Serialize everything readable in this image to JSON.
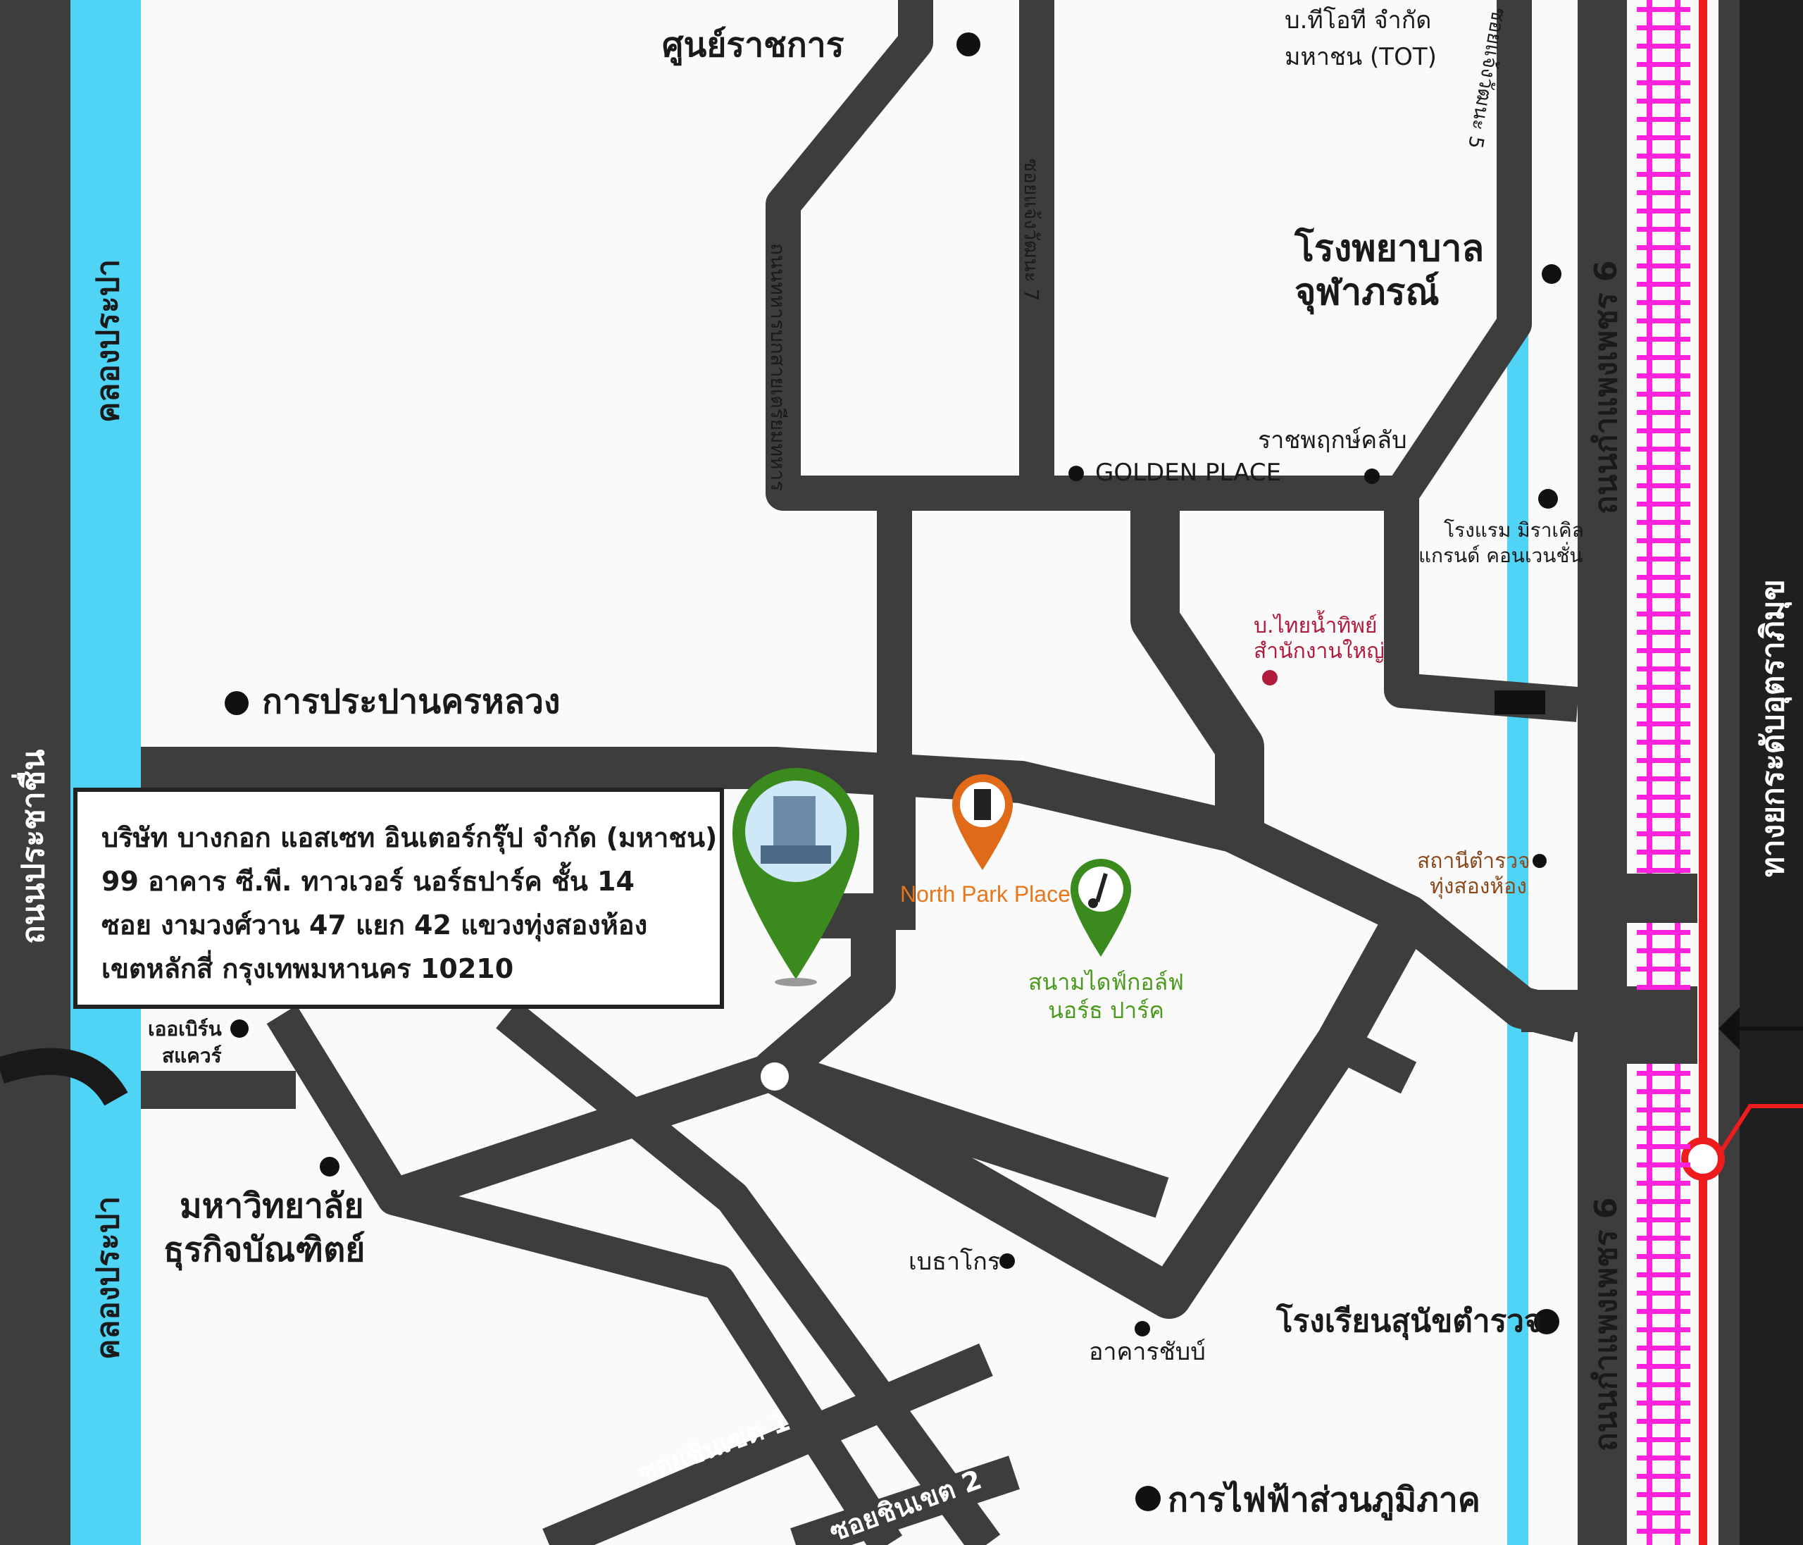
{
  "labels": {
    "government_center": "ศูนย์ราชการ",
    "tot_line1": "บ.ทีโอที จำกัด",
    "tot_line2": "มหาชน (TOT)",
    "soi_chaeng5": "ซอยแจ้งวัฒนะ 5",
    "soi_chaeng7": "ซอยแจ้งวัฒนะ 7",
    "nonthaburi_road": "ถนนทหารบกสายเตรียมทหาร",
    "hospital_line1": "โรงพยาบาล",
    "hospital_line2": "จุฬาภรณ์",
    "kamphaeng_top": "ถนนกำแพงเพชร 6",
    "kamphaeng_bottom": "ถนนกำแพงเพชร 6",
    "ratchaphruek": "ราชพฤกษ์คลับ",
    "golden_place": "GOLDEN PLACE",
    "miracle_line1": "โรงแรม มิราเคิล",
    "miracle_line2": "แกรนด์ คอนเวนชั่น",
    "thai_nam_line1": "บ.ไทยน้ำทิพย์",
    "thai_nam_line2": "สำนักงานใหญ่",
    "mwa": "การประปานครหลวง",
    "canal_top": "คลองประปา",
    "canal_bottom": "คลองประปา",
    "prachachuen": "ถนนประชาชื่น",
    "tollway": "ทางยกระดับอุตราภิมุข",
    "north_park": "North Park Place",
    "police_line1": "สถานีตำรวจ",
    "police_line2": "ทุ่งสองห้อง",
    "golf_line1": "สนามไดฟ์กอล์ฟ",
    "golf_line2": "นอร์ธ ปาร์ค",
    "ibis_line1": "เออเบิร์น",
    "ibis_line2": "สแควร์",
    "dpu_line1": "มหาวิทยาลัย",
    "dpu_line2": "ธุรกิจบัณฑิตย์",
    "betagro": "เบธาโกร",
    "chup_building": "อาคารชับบ์",
    "police_dog_school": "โรงเรียนสุนัขตำรวจ",
    "soi_chinnakhet1": "ซอยชินเขต 1",
    "soi_chinnakhet2": "ซอยชินเขต 2",
    "pea": "การไฟฟ้าส่วนภูมิภาค"
  },
  "address": {
    "line1": "บริษัท บางกอก แอสเซท อินเตอร์กรุ๊ป จำกัด (มหาชน)",
    "line2": "99 อาคาร ซี.พี. ทาวเวอร์ นอร์ธปาร์ค ชั้น 14",
    "line3": "ซอย งามวงศ์วาน 47 แยก 42 แขวงทุ่งสองห้อง",
    "line4": "เขตหลักสี่ กรุงเทพมหานคร 10210"
  },
  "colors": {
    "road": "#3d3d3d",
    "canal": "#4fd4f5",
    "rail": "#ff22dd",
    "tollway_line": "#ee1c1c",
    "green_pin": "#3b8a1e",
    "orange_pin": "#e06a18",
    "north_park_text": "#e8761a",
    "golf_text": "#4a9a1e",
    "thai_nam_text": "#b01c3c",
    "police_text": "#8a4a1c"
  },
  "icons": {
    "company_pin": "building-photo-pin-icon",
    "north_park_pin": "office-building-pin-icon",
    "golf_pin": "golf-pin-icon",
    "arrow": "arrow-left-icon"
  }
}
